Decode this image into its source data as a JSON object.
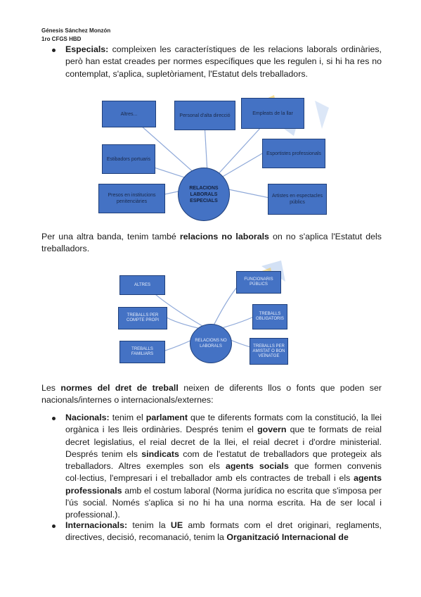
{
  "header": {
    "name": "Génesis Sánchez Monzón",
    "course": "1ro CFGS HBD"
  },
  "especials": {
    "term": "Especials:",
    "text": " compleixen les característiques de les relacions laborals ordinàries, però han estat creades per normes específiques que les regulen i, si hi ha res no contemplat, s'aplica, supletòriament, l'Estatut dels treballadors."
  },
  "diagram1": {
    "center": "RELACIONS LABORALS ESPECIALS",
    "boxes": [
      "Altres...",
      "Personal d'alta direcció",
      "Empleats de la llar",
      "Estibadors portuaris",
      "Esportistes professionals",
      "Presos en institucions penitenciàries",
      "Artistes en espectacles públics"
    ]
  },
  "no_laborals": {
    "pre": "Per una altra banda, tenim també ",
    "term": "relacions no laborals",
    "post": " on no s'aplica l'Estatut dels treballadors."
  },
  "diagram2": {
    "center": "RELACIONS NO LABORALS",
    "boxes": [
      "ALTRES",
      "FUNCIONARIS PÚBLICS",
      "TREBALLS PER COMPTE PROPI",
      "TREBALLS OBLIGATORIS",
      "TREBALLS FAMILIARS",
      "TREBALLS PER AMISTAT O BON VEÏNATGE"
    ]
  },
  "normes": {
    "pre": "Les ",
    "term": "normes del dret de treball",
    "post": " neixen de diferents llos o fonts que poden ser nacionals/internes o internacionals/externes:"
  },
  "nacionals": {
    "term": "Nacionals:",
    "t1": " tenim el ",
    "b1": "parlament",
    "t2": " que te diferents formats com la constitució, la llei orgànica i les lleis ordinàries. Després tenim el ",
    "b2": "govern",
    "t3": " que te formats de reial decret legislatius, el reial decret de la llei, el reial decret i d'ordre ministerial. Després tenim els ",
    "b3": "sindicats",
    "t4": " com de l'estatut de treballadors que protegeix als treballadors. Altres exemples son els ",
    "b4": "agents socials",
    "t5": " que formen convenis col·lectius, l'empresari i el treballador amb els contractes de treball i els ",
    "b5": "agents professionals",
    "t6": " amb el costum laboral (Norma jurídica no escrita que s'imposa per l'ús social. Només s'aplica si no hi ha una norma escrita. Ha de ser local i professional.)."
  },
  "internacionals": {
    "term": "Internacionals:",
    "t1": " tenim la ",
    "b1": "UE",
    "t2": " amb formats com el dret originari, reglaments, directives, decisió, recomanació, tenim la ",
    "b2": "Organització Internacional de"
  },
  "colors": {
    "box_fill": "#4472c4",
    "box_border": "#1f3f7a",
    "line": "#8fa9d9",
    "deco_yellow": "#f2c94c",
    "deco_blue": "#a8c4ec"
  }
}
